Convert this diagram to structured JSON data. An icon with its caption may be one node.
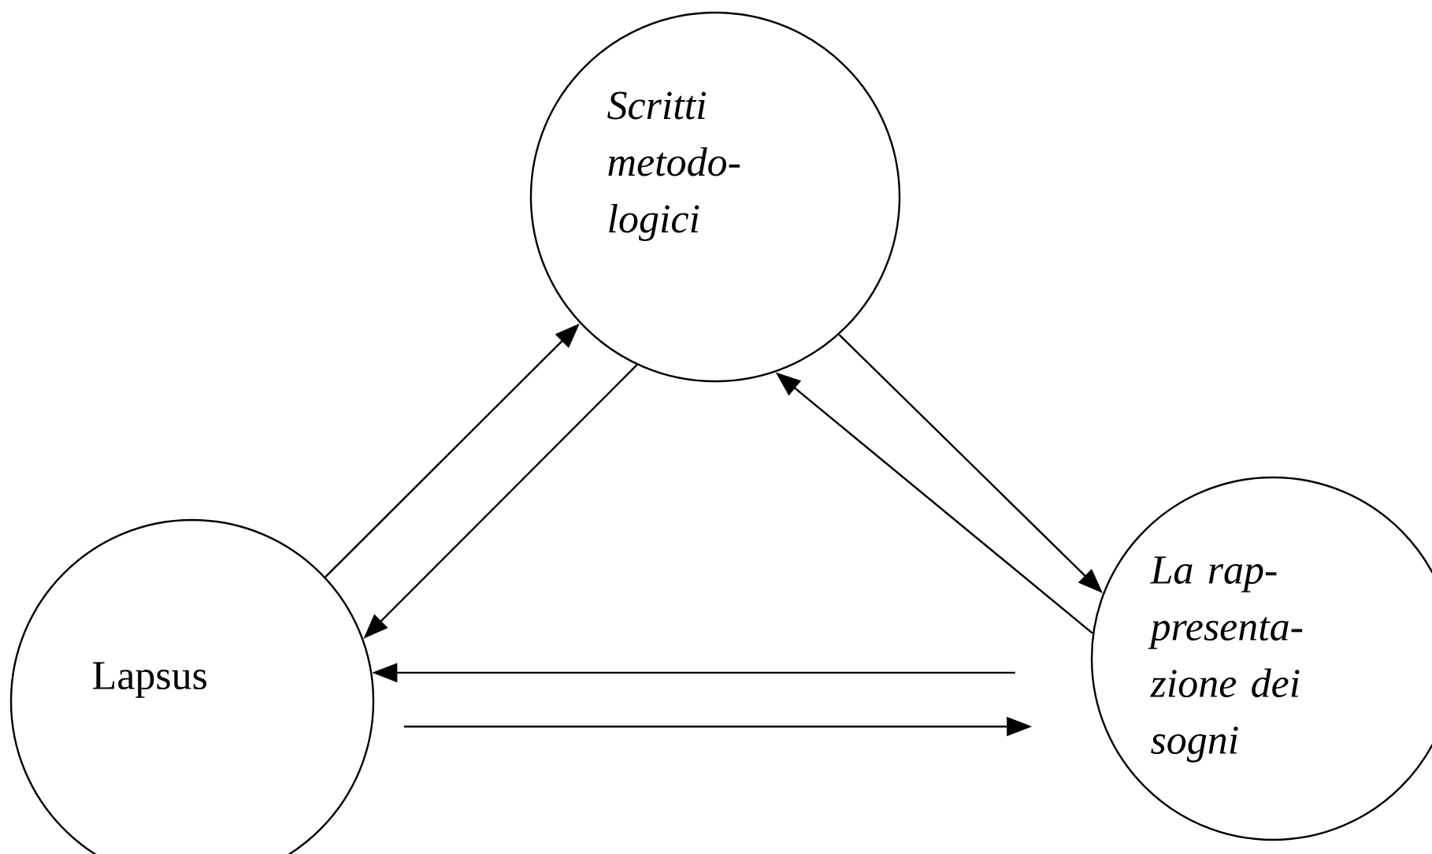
{
  "diagram": {
    "nodes": [
      {
        "text": [
          "Scritti metodo- logici"
        ]
      },
      {
        "text": [
          "Lapsus"
        ]
      },
      {
        "text": [
          "La rap- presenta- zione dei sogni"
        ]
      }
    ],
    "edges": [
      {
        "from": 1,
        "to": 0,
        "arrow": "to"
      },
      {
        "from": 0,
        "to": 1,
        "arrow": "to"
      },
      {
        "from": 0,
        "to": 2,
        "arrow": "to"
      },
      {
        "from": 2,
        "to": 0,
        "arrow": "to"
      },
      {
        "from": 2,
        "to": 1,
        "arrow": "to"
      },
      {
        "from": 1,
        "to": 2,
        "arrow": "to"
      }
    ]
  }
}
